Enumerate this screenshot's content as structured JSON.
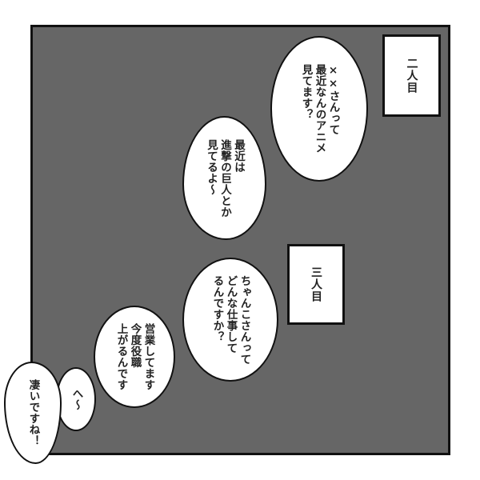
{
  "panel": {
    "background": "#666666",
    "border": "#111111"
  },
  "captions": [
    {
      "label": "二人目"
    },
    {
      "label": "三人目"
    }
  ],
  "bubbles": [
    {
      "lines": [
        "××さんって",
        "最近なんのアニメ",
        "見てます？"
      ]
    },
    {
      "lines": [
        "最近は",
        "進撃の巨人とか",
        "見てるよ～"
      ]
    },
    {
      "lines": [
        "ちゃんこさんって",
        "どんな仕事して",
        "るんですか？"
      ]
    },
    {
      "lines": [
        "営業してます",
        "今度役職",
        "上がるんです"
      ]
    },
    {
      "lines": [
        "へ～"
      ]
    },
    {
      "lines": [
        "凄いですね！"
      ]
    }
  ]
}
